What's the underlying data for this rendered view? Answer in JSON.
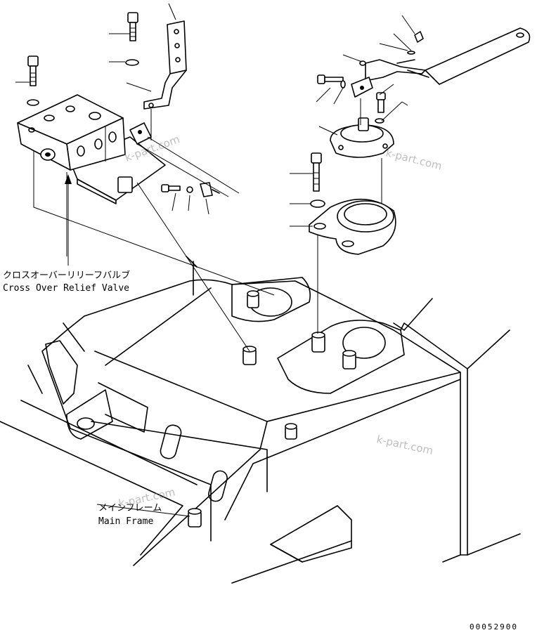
{
  "labels": {
    "relief_valve_jp": "クロスオーバーリリーフバルブ",
    "relief_valve_en": "Cross Over Relief Valve",
    "main_frame_jp": "メインフレーム",
    "main_frame_en": "Main Frame"
  },
  "watermarks": [
    "k-part.com",
    "k-part.com",
    "k-part.com",
    "k-part.com"
  ],
  "drawing_code": "00052900"
}
